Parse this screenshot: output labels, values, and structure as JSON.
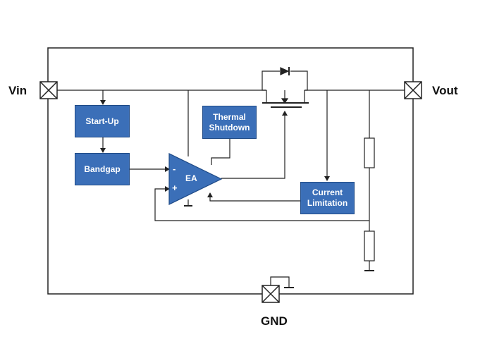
{
  "pins": {
    "vin": "Vin",
    "vout": "Vout",
    "gnd": "GND"
  },
  "blocks": {
    "startup": "Start-Up",
    "bandgap": "Bandgap",
    "thermal_line1": "Thermal",
    "thermal_line2": "Shutdown",
    "current_line1": "Current",
    "current_line2": "Limitation",
    "amplifier": "EA",
    "amp_minus": "-",
    "amp_plus": "+"
  },
  "colors": {
    "block_fill": "#3b6fb8",
    "wire": "#222222"
  }
}
